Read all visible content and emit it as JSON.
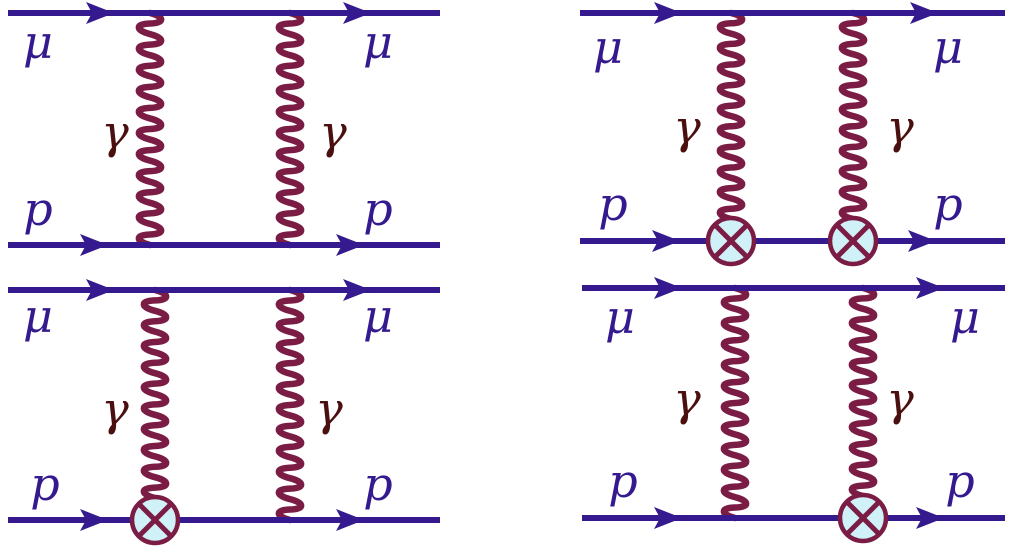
{
  "colors": {
    "fermion": "#35198E",
    "photon": "#7B1C45",
    "photon_label": "#4A1010",
    "vertex_fill": "#CFF1F7",
    "vertex_stroke": "#7B1C45"
  },
  "labels": {
    "muon": "μ",
    "proton": "p",
    "photon": "γ"
  },
  "diagrams": [
    {
      "id": "box",
      "blobs": [
        false,
        false
      ]
    },
    {
      "id": "left-blob",
      "blobs": [
        true,
        false
      ]
    },
    {
      "id": "two-blob",
      "blobs": [
        true,
        true
      ]
    },
    {
      "id": "right-blob",
      "blobs": [
        false,
        true
      ]
    }
  ]
}
